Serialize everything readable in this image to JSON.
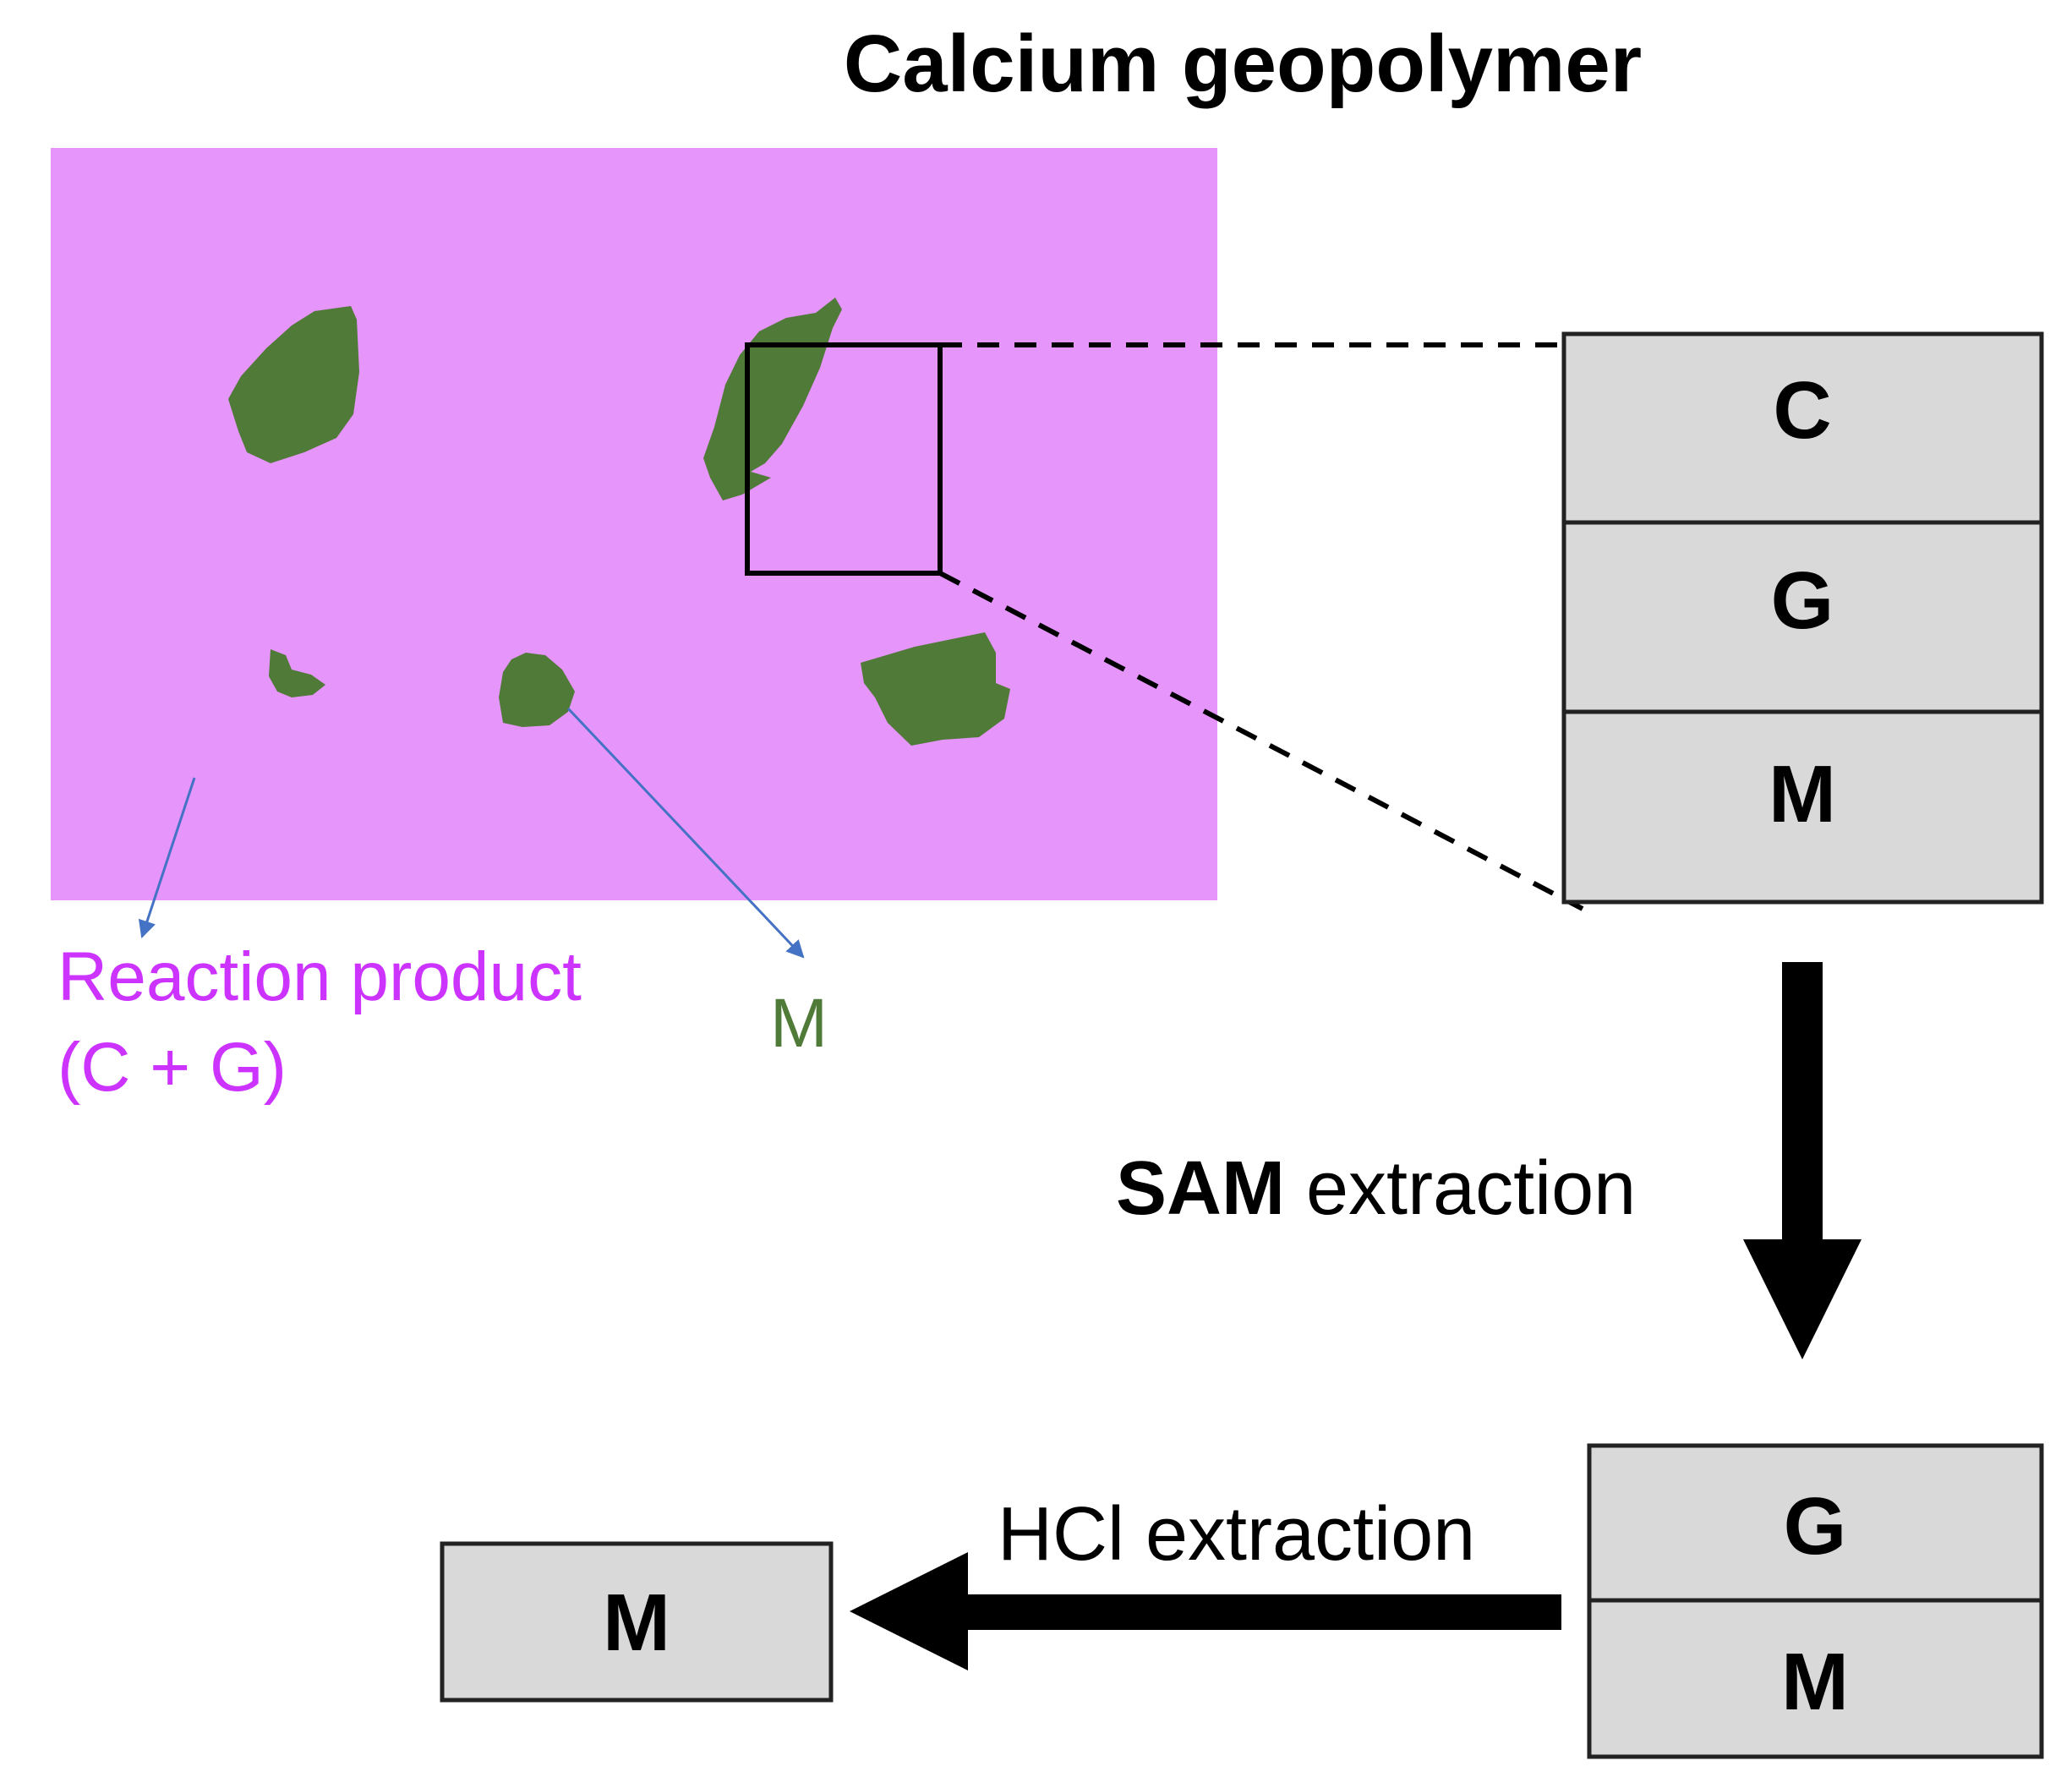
{
  "title": "Calcium geopolymer",
  "labels": {
    "reaction_product_line1": "Reaction product",
    "reaction_product_line2": "(C + G)",
    "matrix_label": "M"
  },
  "stack_full": [
    "C",
    "G",
    "M"
  ],
  "stack_after_sam": [
    "G",
    "M"
  ],
  "stack_after_hcl": [
    "M"
  ],
  "steps": {
    "sam_bold": "SAM",
    "sam_rest": " extraction",
    "hcl": "HCl extraction"
  },
  "colors": {
    "matrix_bg": "#e695fa",
    "particle": "#4f7a38",
    "box_fill": "#d9d9d9",
    "pointer": "#4472c4",
    "reaction_text": "#cc33ff",
    "m_text": "#4f7a38"
  }
}
